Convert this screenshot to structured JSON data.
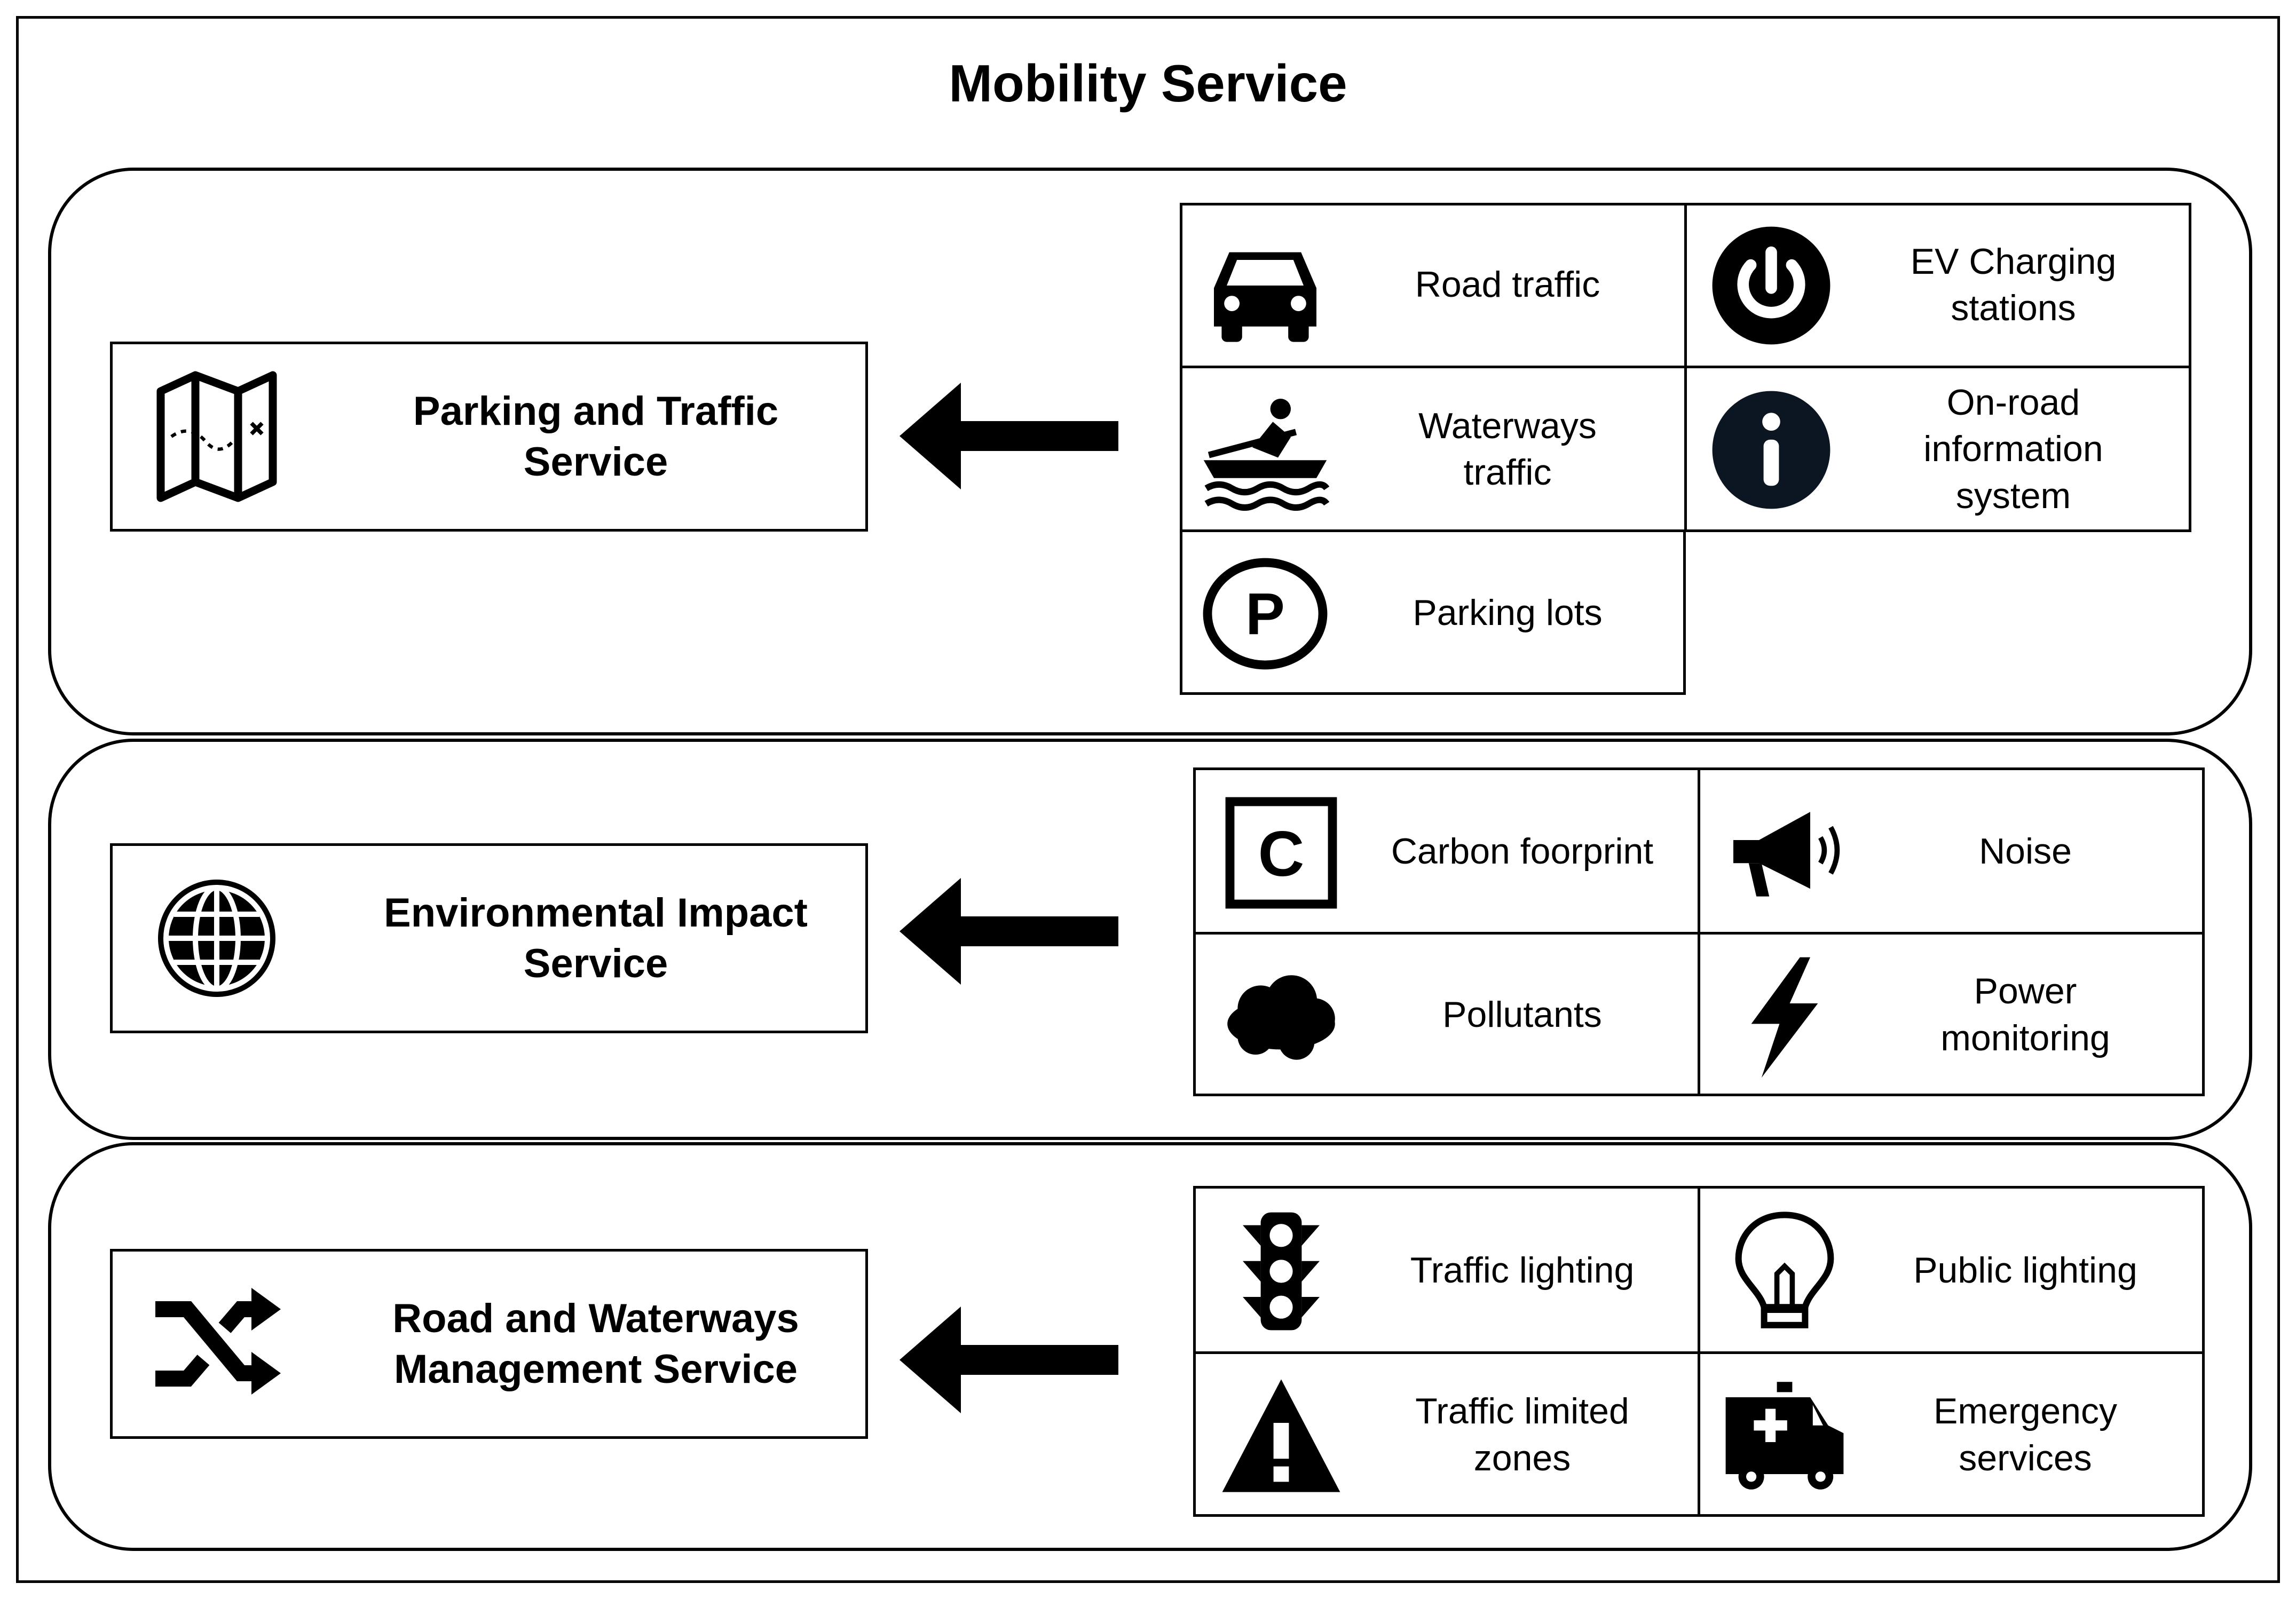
{
  "title": "Mobility Service",
  "sections": [
    {
      "service_label": "Parking and Traffic Service",
      "service_icon": "folded-map-icon",
      "items": [
        {
          "label": "Road traffic",
          "icon": "car-icon"
        },
        {
          "label": "EV Charging\nstations",
          "icon": "power-button-icon"
        },
        {
          "label": "Waterways\ntraffic",
          "icon": "rowing-boat-icon"
        },
        {
          "label": "On-road\ninformation\nsystem",
          "icon": "info-icon"
        },
        {
          "label": "Parking lots",
          "icon": "parking-icon"
        }
      ]
    },
    {
      "service_label": "Environmental Impact Service",
      "service_icon": "globe-icon",
      "items": [
        {
          "label": "Carbon foorprint",
          "icon": "carbon-c-icon"
        },
        {
          "label": "Noise",
          "icon": "megaphone-icon"
        },
        {
          "label": "Pollutants",
          "icon": "cloud-icon"
        },
        {
          "label": "Power\nmonitoring",
          "icon": "lightning-bolt-icon"
        }
      ]
    },
    {
      "service_label": "Road and Waterways Management Service",
      "service_icon": "shuffle-arrows-icon",
      "items": [
        {
          "label": "Traffic lighting",
          "icon": "traffic-light-icon"
        },
        {
          "label": "Public lighting",
          "icon": "light-bulb-icon"
        },
        {
          "label": "Traffic limited\nzones",
          "icon": "warning-triangle-icon"
        },
        {
          "label": "Emergency\nservices",
          "icon": "ambulance-icon"
        }
      ]
    }
  ]
}
